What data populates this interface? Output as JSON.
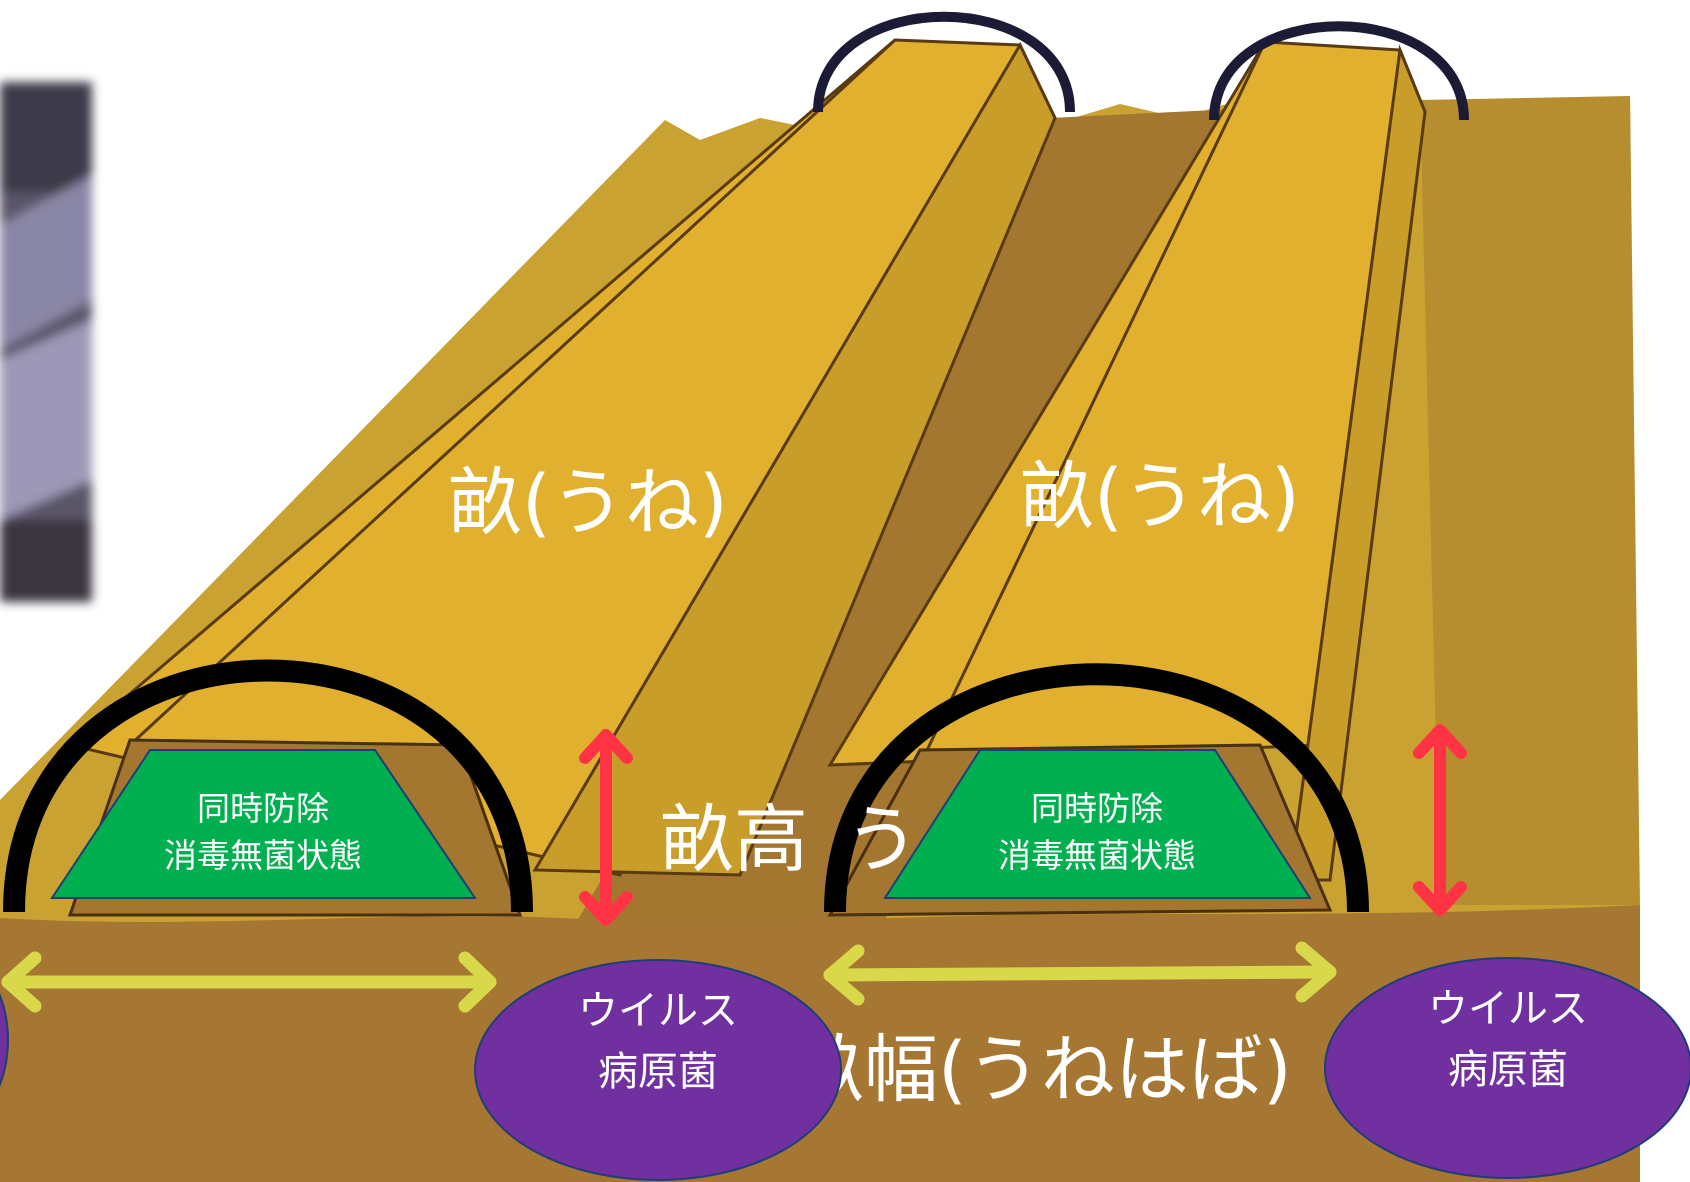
{
  "colors": {
    "soil_light": "#c9a232",
    "ridge_top": "#e0b02e",
    "furrow": "#a37730",
    "soil_dark": "#a67733",
    "green_box": "#00b050",
    "virus": "#7030a0",
    "arrow_red": "#ff3344",
    "arrow_yellow": "#d8d84a",
    "hoop": "#000000"
  },
  "labels": {
    "ridge_left": "畝(うね)",
    "ridge_right": "畝(うね)",
    "ridge_height": "畝高",
    "ridge_height_partial": "う",
    "ridge_width": "畝幅(うねはば)"
  },
  "boxes": [
    {
      "line1": "同時防除",
      "line2": "消毒無菌状態"
    },
    {
      "line1": "同時防除",
      "line2": "消毒無菌状態"
    }
  ],
  "pathogens": [
    {
      "line1": "ウイルス",
      "line2": "病原菌"
    },
    {
      "line1": "ウイルス",
      "line2": "病原菌"
    }
  ],
  "photo": {
    "icon": "field-photo"
  }
}
